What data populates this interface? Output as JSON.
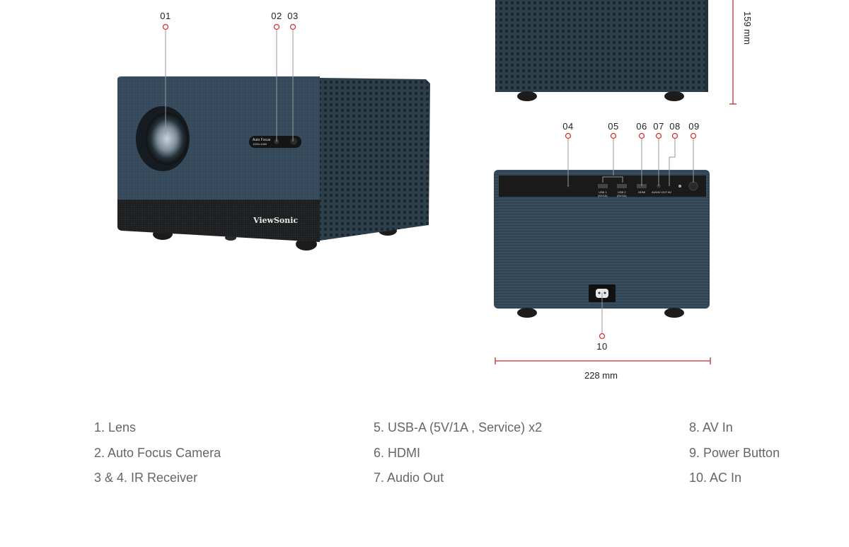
{
  "callouts": {
    "c01": "01",
    "c02": "02",
    "c03": "03",
    "c04": "04",
    "c05": "05",
    "c06": "06",
    "c07": "07",
    "c08": "08",
    "c09": "09",
    "c10": "10"
  },
  "dimensions": {
    "height": "159 mm",
    "width": "228 mm"
  },
  "device": {
    "brand": "ViewSonic",
    "camera_label_line1": "Auto Focus",
    "camera_label_line2": "1920×1080",
    "port_usb1": "USB 1",
    "port_usb1_spec": "(5V/1A)",
    "port_usb2": "USB 2",
    "port_usb2_spec": "(5V/1A)",
    "port_hdmi": "HDMI",
    "port_audio": "AUDIO OUT",
    "port_av": "AV"
  },
  "legend": {
    "col1": [
      "1. Lens",
      "2. Auto Focus Camera",
      "3 & 4. IR Receiver"
    ],
    "col2": [
      "5. USB-A (5V/1A , Service) x2",
      "6. HDMI",
      "7. Audio Out"
    ],
    "col3": [
      "8. AV In",
      "9. Power Button",
      "10. AC In"
    ]
  },
  "colors": {
    "body": "#35495a",
    "callout": "#d8323c",
    "text": "#666666"
  }
}
